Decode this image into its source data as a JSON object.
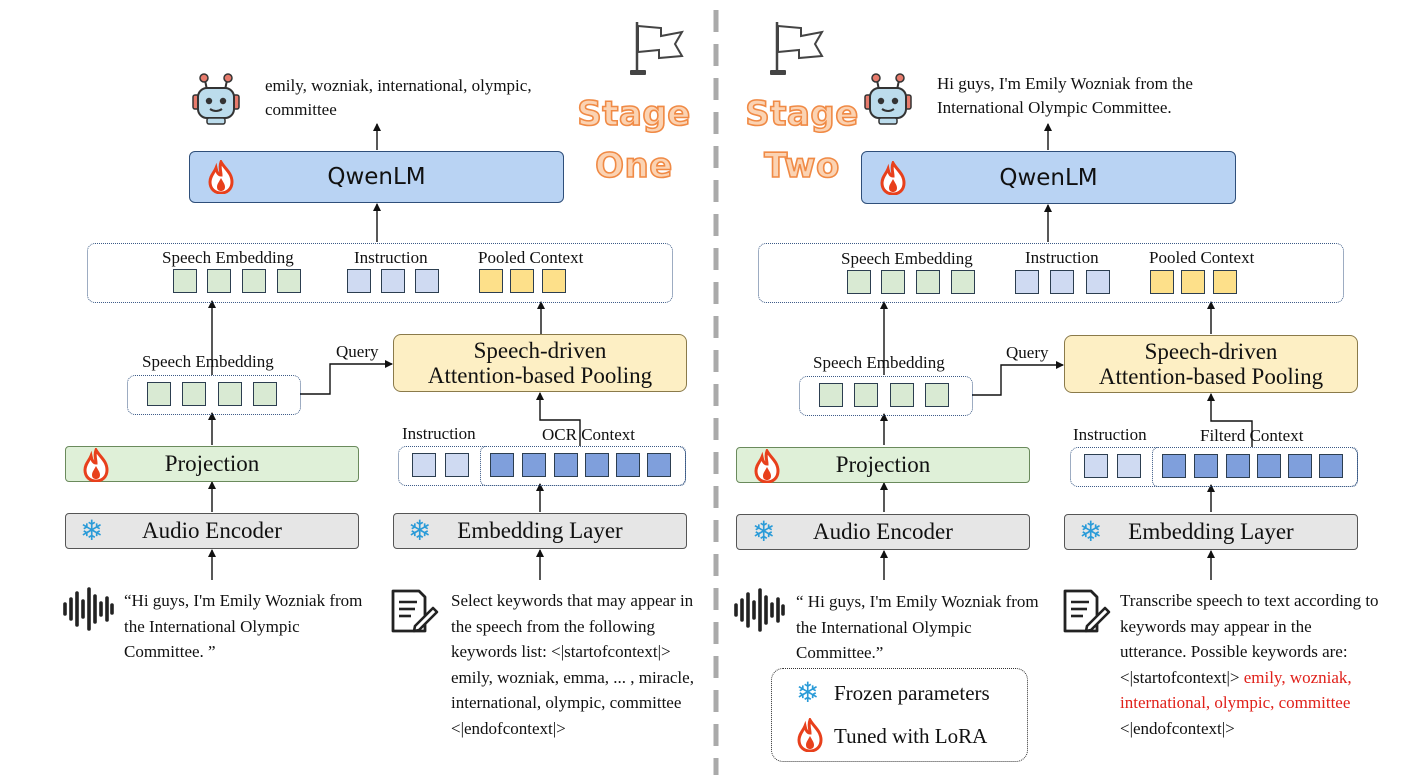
{
  "left": {
    "stage": "Stage\nOne",
    "output": "emily, wozniak, international, olympic, committee",
    "llm": "QwenLM",
    "top_labels": {
      "speech": "Speech Embedding",
      "instruction": "Instruction",
      "pooled": "Pooled Context"
    },
    "speech_embedding": "Speech Embedding",
    "query": "Query",
    "pooling": "Speech-driven\nAttention-based Pooling",
    "projection": "Projection",
    "audio_encoder": "Audio Encoder",
    "instruction_label": "Instruction",
    "context_label": "OCR Context",
    "embedding_layer": "Embedding Layer",
    "speech_text": "“Hi guys, I'm Emily Wozniak from the International Olympic Committee. ”",
    "prompt_text": "Select keywords that may appear in the speech from the following keywords list: <|startofcontext|> emily, wozniak, emma, ... , miracle, international, olympic, committee <|endofcontext|>"
  },
  "right": {
    "stage": "Stage\nTwo",
    "output": "Hi guys, I'm Emily Wozniak from the International Olympic Committee.",
    "llm": "QwenLM",
    "top_labels": {
      "speech": "Speech Embedding",
      "instruction": "Instruction",
      "pooled": "Pooled Context"
    },
    "speech_embedding": "Speech Embedding",
    "query": "Query",
    "pooling": "Speech-driven\nAttention-based Pooling",
    "projection": "Projection",
    "audio_encoder": "Audio Encoder",
    "instruction_label": "Instruction",
    "context_label": "Filterd Context",
    "embedding_layer": "Embedding Layer",
    "speech_text": "“ Hi guys, I'm Emily Wozniak from the International Olympic Committee.”",
    "prompt_text": "Transcribe speech to text according to keywords may appear in the utterance. Possible keywords are: <|startofcontext|>",
    "prompt_keywords": "emily, wozniak, international, olympic, committee",
    "prompt_end": "<|endofcontext|>"
  },
  "legend": {
    "frozen": "Frozen parameters",
    "tuned": "Tuned with LoRA"
  },
  "colors": {
    "llm_blue": "#b9d3f3",
    "stage_orange": "#f08a45",
    "keyword_red": "#e0201a",
    "flame": "#e8401c",
    "snowflake": "#2a9bd8"
  },
  "icons": [
    "robot-icon",
    "flag-icon",
    "flame-icon",
    "snowflake-icon",
    "waveform-icon",
    "document-edit-icon"
  ]
}
